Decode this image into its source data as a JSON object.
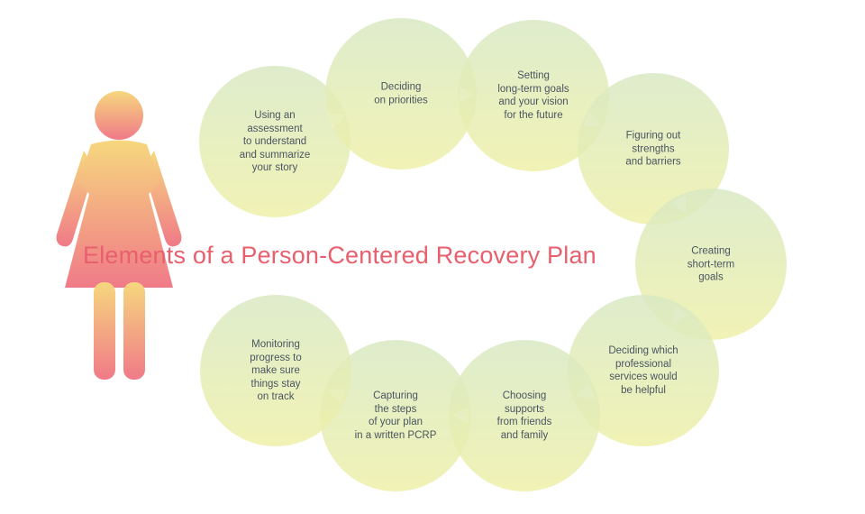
{
  "title": "Elements of a Person-Centered Recovery Plan",
  "icon": "woman-figure-icon",
  "colors": {
    "title": "#e85f6e",
    "circle_top": "#d9e9c4",
    "circle_bottom": "#eef0a8",
    "text": "#4a5560",
    "figure_top": "#f6d77e",
    "figure_bottom": "#f07a88"
  },
  "steps": [
    {
      "id": "assessment",
      "label": "Using an\nassessment\nto understand\nand summarize\nyour story"
    },
    {
      "id": "priorities",
      "label": "Deciding\non priorities"
    },
    {
      "id": "long-term-goals",
      "label": "Setting\nlong-term goals\nand your vision\nfor the future"
    },
    {
      "id": "strengths",
      "label": "Figuring out\nstrengths\nand barriers"
    },
    {
      "id": "short-term-goals",
      "label": "Creating\nshort-term\ngoals"
    },
    {
      "id": "professional-services",
      "label": "Deciding which\nprofessional\nservices would\nbe helpful"
    },
    {
      "id": "supports",
      "label": "Choosing\nsupports\nfrom friends\nand family"
    },
    {
      "id": "written-pcrp",
      "label": "Capturing\nthe steps\nof your plan\nin a written PCRP"
    },
    {
      "id": "monitoring",
      "label": "Monitoring\nprogress to\nmake sure\nthings stay\non track"
    }
  ]
}
